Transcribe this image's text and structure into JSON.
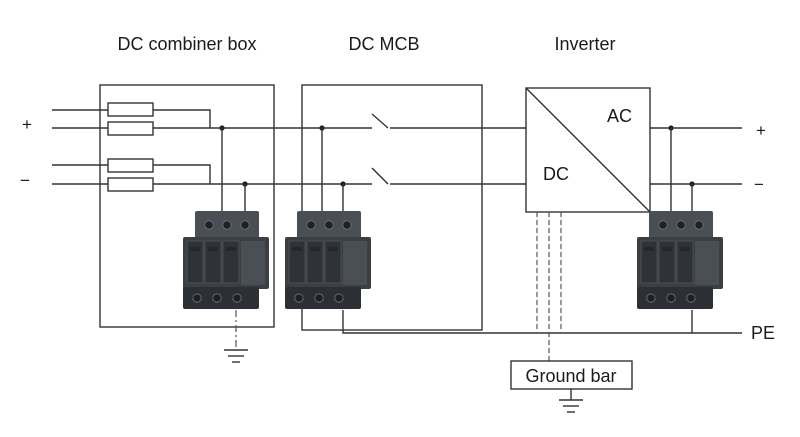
{
  "labels": {
    "combiner_box": "DC combiner box",
    "dc_mcb": "DC MCB",
    "inverter": "Inverter",
    "inverter_ac": "AC",
    "inverter_dc": "DC",
    "ground_bar": "Ground bar",
    "pe": "PE",
    "dc_plus": "+",
    "dc_minus": "−",
    "ac_plus": "+",
    "ac_minus": "−"
  },
  "colors": {
    "line": "#333333",
    "spd_body": "#3b3f44"
  },
  "icons": {
    "spd": "surge-protective-device-icon",
    "ground": "ground-symbol-icon",
    "fuse": "fuse-icon",
    "switch": "switch-contact-icon"
  }
}
